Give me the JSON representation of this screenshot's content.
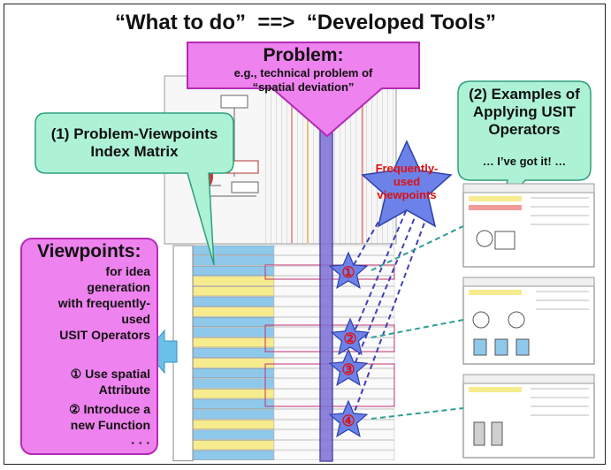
{
  "title": "“What to do”  ==>  “Developed Tools”",
  "problem": {
    "heading": "Problem:",
    "line1": "e.g., technical problem of",
    "line2": "“spatial deviation”"
  },
  "matrix_callout": {
    "line1": "(1) Problem-Viewpoints",
    "line2": "Index Matrix"
  },
  "examples_callout": {
    "line1": "(2) Examples of",
    "line2": "Applying USIT",
    "line3": "Operators",
    "line4": "… I’ve got it! …"
  },
  "star_label": {
    "line1": "Frequently-",
    "line2": "used",
    "line3": "viewpoints"
  },
  "viewpoints": {
    "heading": "Viewpoints:",
    "lines": [
      "for idea",
      "generation",
      "with frequently-",
      "used",
      "USIT Operators"
    ],
    "item1_a": "① Use spatial",
    "item1_b": "Attribute",
    "item2_a": "② Introduce a",
    "item2_b": "new Function",
    "ellipsis": "· · ·"
  },
  "markers": [
    "①",
    "②",
    "③",
    "④"
  ],
  "colors": {
    "magenta": "#ee82ee",
    "magenta_dark": "#b42ab4",
    "callout_green": "#aef2d6",
    "callout_border": "#2e9f7b",
    "star_blue": "#6d82e8",
    "star_text_red": "#e01010",
    "arrow_blue": "#69c1ea",
    "row_blue": "#8ec9ec",
    "row_yellow": "#f6ec8e",
    "column_purple": "#5b4fc8",
    "dashed_link": "#3f40b8",
    "dashed_teal": "#2e9f95"
  }
}
